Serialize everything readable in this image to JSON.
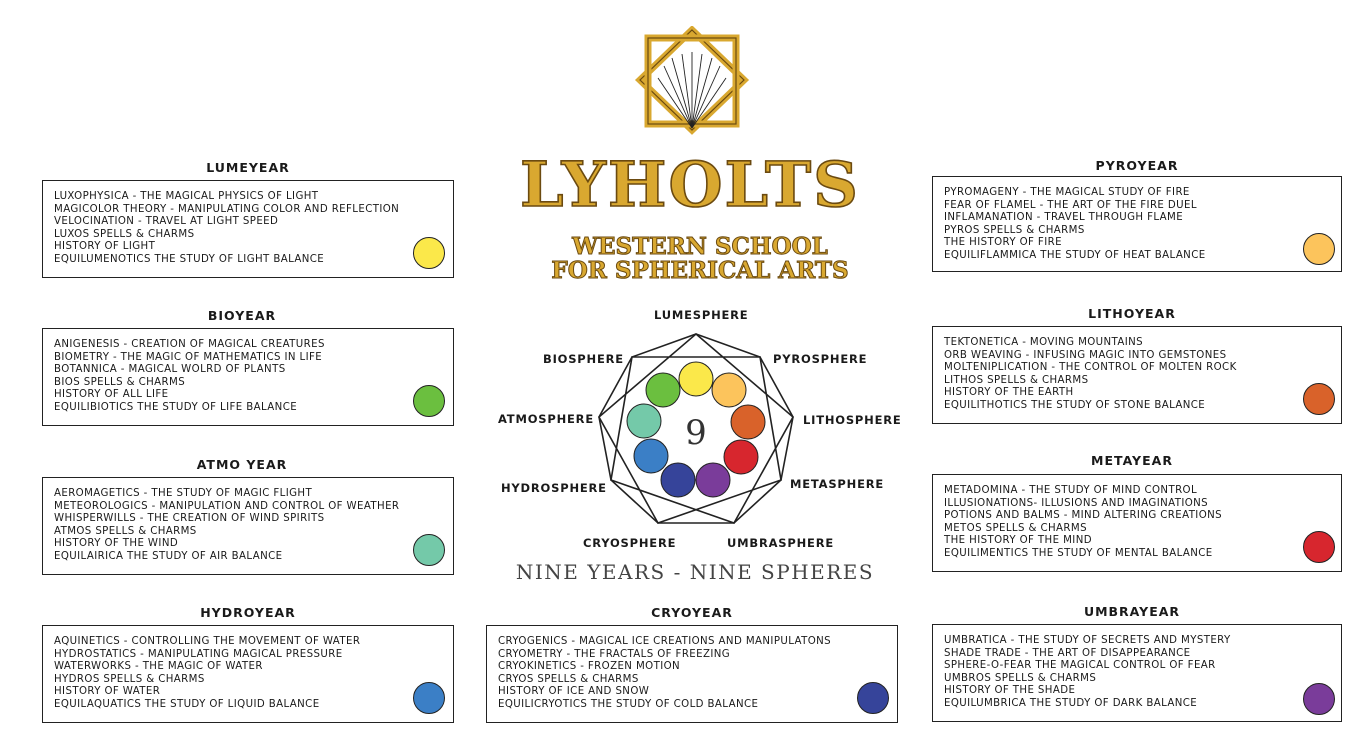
{
  "school": {
    "name": "LYHOLTS",
    "subtitle_line1": "WESTERN SCHOOL",
    "subtitle_line2": "FOR SPHERICAL ARTS"
  },
  "diagram": {
    "center_number": "9",
    "spheres": {
      "lume": "LUMESPHERE",
      "pyro": "PYROSPHERE",
      "litho": "LITHOSPHERE",
      "meta": "METASPHERE",
      "umbra": "UMBRASPHERE",
      "cryo": "CRYOSPHERE",
      "hydro": "HYDROSPHERE",
      "atmo": "ATMOSPHERE",
      "bio": "BIOSPHERE"
    },
    "colors": {
      "lume": "#fbe84a",
      "pyro": "#fcc45c",
      "litho": "#d9622a",
      "meta": "#d7262e",
      "umbra": "#7a3c9a",
      "cryo": "#36449a",
      "hydro": "#3b7fc6",
      "atmo": "#74c9a9",
      "bio": "#6bbf3f"
    }
  },
  "footer_title": "NINE YEARS - NINE SPHERES",
  "years": {
    "lume": {
      "title": "LUMEYEAR",
      "color": "#fbe84a",
      "courses": [
        "LUXOPHYSICA - THE MAGICAL PHYSICS OF LIGHT",
        "MAGICOLOR THEORY - MANIPULATING COLOR AND REFLECTION",
        "VELOCINATION - TRAVEL AT LIGHT SPEED",
        "LUXOS SPELLS & CHARMS",
        "HISTORY OF LIGHT",
        "EQUILUMENOTICS    THE STUDY OF LIGHT BALANCE"
      ]
    },
    "bio": {
      "title": "BIOYEAR",
      "color": "#6bbf3f",
      "courses": [
        "ANIGENESIS - CREATION OF MAGICAL CREATURES",
        "BIOMETRY - THE MAGIC OF MATHEMATICS IN LIFE",
        "BOTANNICA - MAGICAL WOLRD OF PLANTS",
        "BIOS SPELLS & CHARMS",
        "HISTORY OF ALL LIFE",
        "EQUILIBIOTICS    THE STUDY OF LIFE BALANCE"
      ]
    },
    "atmo": {
      "title": "ATMO YEAR",
      "color": "#74c9a9",
      "courses": [
        "AEROMAGETICS - THE STUDY OF MAGIC FLIGHT",
        "METEOROLOGICS - MANIPULATION AND CONTROL OF WEATHER",
        "WHISPERWILLS - THE CREATION OF WIND SPIRITS",
        "ATMOS SPELLS & CHARMS",
        "HISTORY OF THE WIND",
        "EQUILAIRICA    THE STUDY OF AIR BALANCE"
      ]
    },
    "hydro": {
      "title": "HYDROYEAR",
      "color": "#3b7fc6",
      "courses": [
        "AQUINETICS - CONTROLLING THE MOVEMENT OF WATER",
        "HYDROSTATICS - MANIPULATING MAGICAL PRESSURE",
        "WATERWORKS - THE MAGIC OF WATER",
        "HYDROS SPELLS & CHARMS",
        "HISTORY OF WATER",
        "EQUILAQUATICS    THE STUDY OF LIQUID BALANCE"
      ]
    },
    "cryo": {
      "title": "CRYOYEAR",
      "color": "#36449a",
      "courses": [
        "CRYOGENICS - MAGICAL ICE CREATIONS AND MANIPULATONS",
        "CRYOMETRY - THE FRACTALS OF FREEZING",
        "CRYOKINETICS - FROZEN MOTION",
        "CRYOS SPELLS & CHARMS",
        "HISTORY OF ICE AND SNOW",
        "EQUILICRYOTICS    THE STUDY OF COLD BALANCE"
      ]
    },
    "pyro": {
      "title": "PYROYEAR",
      "color": "#fcc45c",
      "courses": [
        "PYROMAGENY - THE MAGICAL STUDY OF FIRE",
        "FEAR OF FLAMEL - THE ART OF THE FIRE DUEL",
        "INFLAMANATION - TRAVEL THROUGH FLAME",
        "PYROS SPELLS & CHARMS",
        "THE HISTORY OF FIRE",
        "EQUILIFLAMMICA    THE STUDY OF HEAT BALANCE"
      ]
    },
    "litho": {
      "title": "LITHOYEAR",
      "color": "#d9622a",
      "courses": [
        "TEKTONETICA - MOVING MOUNTAINS",
        "ORB WEAVING - INFUSING MAGIC INTO GEMSTONES",
        "MOLTENIPLICATION - THE CONTROL OF MOLTEN ROCK",
        "LITHOS SPELLS & CHARMS",
        "HISTORY OF THE EARTH",
        "EQUILITHOTICS    THE STUDY OF STONE BALANCE"
      ]
    },
    "meta": {
      "title": "METAYEAR",
      "color": "#d7262e",
      "courses": [
        "METADOMINA - THE STUDY OF MIND CONTROL",
        "ILLUSIONATIONS-  ILLUSIONS AND IMAGINATIONS",
        "POTIONS AND BALMS - MIND ALTERING CREATIONS",
        "METOS SPELLS & CHARMS",
        "THE HISTORY OF THE MIND",
        "EQUILIMENTICS    THE STUDY OF MENTAL BALANCE"
      ]
    },
    "umbra": {
      "title": "UMBRAYEAR",
      "color": "#7a3c9a",
      "courses": [
        "UMBRATICA - THE STUDY OF SECRETS AND MYSTERY",
        "SHADE TRADE - THE ART OF DISAPPEARANCE",
        "SPHERE-O-FEAR THE MAGICAL CONTROL OF FEAR",
        "UMBROS SPELLS & CHARMS",
        "HISTORY OF THE SHADE",
        "EQUILUMBRICA    THE STUDY OF DARK BALANCE"
      ]
    }
  }
}
